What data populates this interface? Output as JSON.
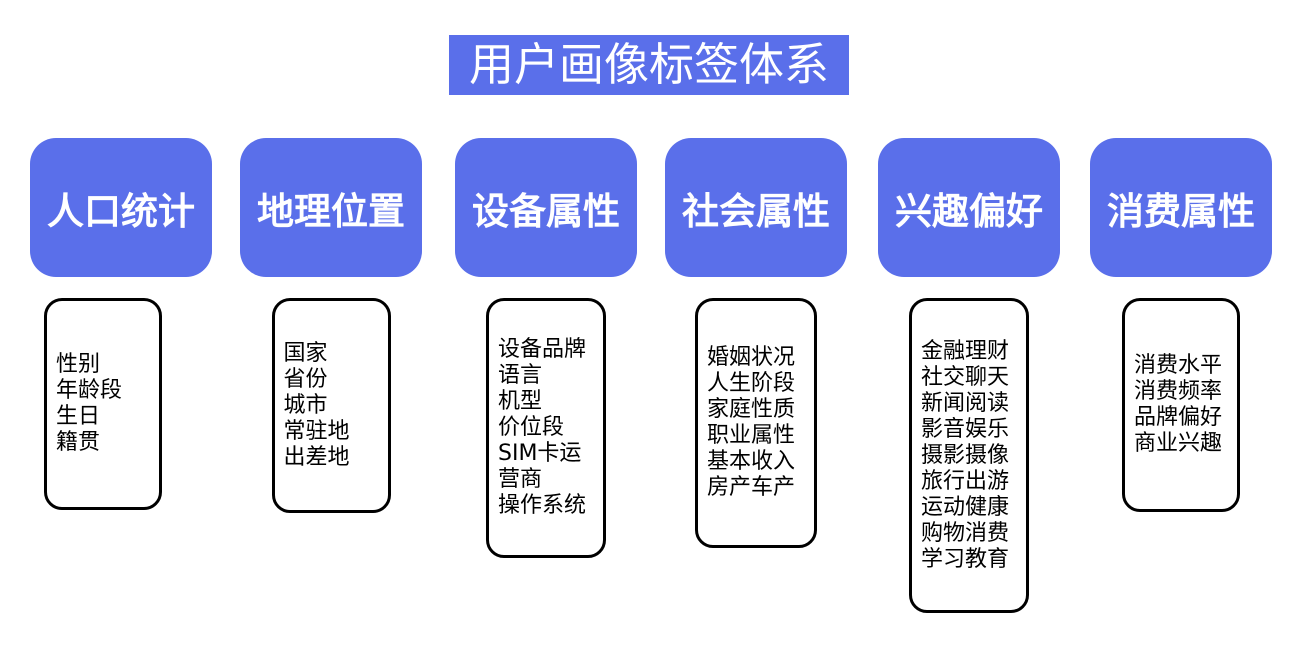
{
  "title": "用户画像标签体系",
  "colors": {
    "accent": "#5A6FEA",
    "header_text": "#FFFFFF",
    "list_text": "#000000",
    "list_border": "#000000",
    "background": "#FFFFFF"
  },
  "columns": [
    {
      "label": "人口统计",
      "items": [
        "性别",
        "年龄段",
        "生日",
        "籍贯"
      ]
    },
    {
      "label": "地理位置",
      "items": [
        "国家",
        "省份",
        "城市",
        "常驻地",
        "出差地"
      ]
    },
    {
      "label": "设备属性",
      "items": [
        "设备品牌",
        "语言",
        "机型",
        "价位段",
        "SIM卡运营商",
        "操作系统"
      ]
    },
    {
      "label": "社会属性",
      "items": [
        "婚姻状况",
        "人生阶段",
        "家庭性质",
        "职业属性",
        "基本收入",
        "房产车产"
      ]
    },
    {
      "label": "兴趣偏好",
      "items": [
        "金融理财",
        "社交聊天",
        "新闻阅读",
        "影音娱乐",
        "摄影摄像",
        "旅行出游",
        "运动健康",
        "购物消费",
        "学习教育"
      ]
    },
    {
      "label": "消费属性",
      "items": [
        "消费水平",
        "消费频率",
        "品牌偏好",
        "商业兴趣"
      ]
    }
  ]
}
